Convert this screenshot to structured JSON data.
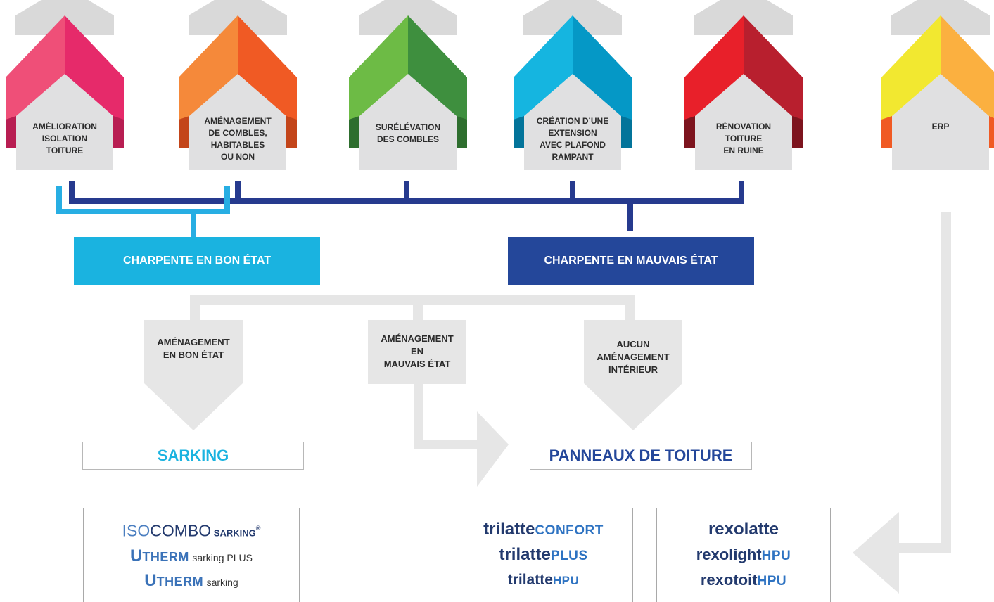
{
  "houses": [
    {
      "label": "AMÉLIORATION\nISOLATION\nTOITURE",
      "color_left": "#ef4f78",
      "color_right": "#e62a6a",
      "dark": "#b81e52"
    },
    {
      "label": "AMÉNAGEMENT\nDE COMBLES,\nHABITABLES\nOU NON",
      "color_left": "#f5893a",
      "color_right": "#f05a24",
      "dark": "#c3451a"
    },
    {
      "label": "SURÉLÉVATION\nDES COMBLES",
      "color_left": "#6dbb45",
      "color_right": "#3e8f3e",
      "dark": "#2e6e2e"
    },
    {
      "label": "CRÉATION D’UNE\nEXTENSION\nAVEC PLAFOND\nRAMPANT",
      "color_left": "#15b5e0",
      "color_right": "#0598c6",
      "dark": "#03749a"
    },
    {
      "label": "RÉNOVATION\nTOITURE\nEN RUINE",
      "color_left": "#e8202a",
      "color_right": "#b81f2e",
      "dark": "#7d141e"
    },
    {
      "label": "ERP",
      "color_left": "#f2e830",
      "color_right": "#fbb040",
      "dark": "#f05a24"
    }
  ],
  "states": {
    "good": {
      "label": "CHARPENTE EN BON ÉTAT",
      "color": "#1ab3e0"
    },
    "bad": {
      "label": "CHARPENTE EN MAUVAIS ÉTAT",
      "color": "#24479a"
    }
  },
  "connector_colors": {
    "navy": "#263a8e",
    "light_blue": "#27aee3",
    "grey": "#e6e6e6"
  },
  "steps": [
    {
      "label": "AMÉNAGEMENT\nEN BON ÉTAT"
    },
    {
      "label": "AMÉNAGEMENT\nEN\nMAUVAIS ÉTAT"
    },
    {
      "label": "AUCUN\nAMÉNAGEMENT\nINTÉRIEUR"
    }
  ],
  "results": {
    "sarking": {
      "label": "SARKING",
      "color": "#1ab3e0"
    },
    "panneaux": {
      "label": "PANNEAUX DE TOITURE",
      "color": "#24479a"
    }
  },
  "products": {
    "sarking": {
      "isocombo": {
        "a": "ISO",
        "b": "COMBO",
        "c": " SARKING",
        "reg": "®"
      },
      "utherm_plus": {
        "u": "U",
        "therm": "THERM",
        "rest": "sarking PLUS"
      },
      "utherm": {
        "u": "U",
        "therm": "THERM",
        "rest": "sarking"
      }
    },
    "trilatte": [
      {
        "base": "trilatte",
        "suffix": "CONFORT"
      },
      {
        "base": "trilatte",
        "suffix": "PLUS"
      },
      {
        "base": "trilatte",
        "suffix": "HPU"
      }
    ],
    "rexo": [
      {
        "base": "rexolatte",
        "suffix": ""
      },
      {
        "base": "rexolight",
        "suffix": "HPU"
      },
      {
        "base": "rexotoit",
        "suffix": "HPU"
      }
    ]
  }
}
